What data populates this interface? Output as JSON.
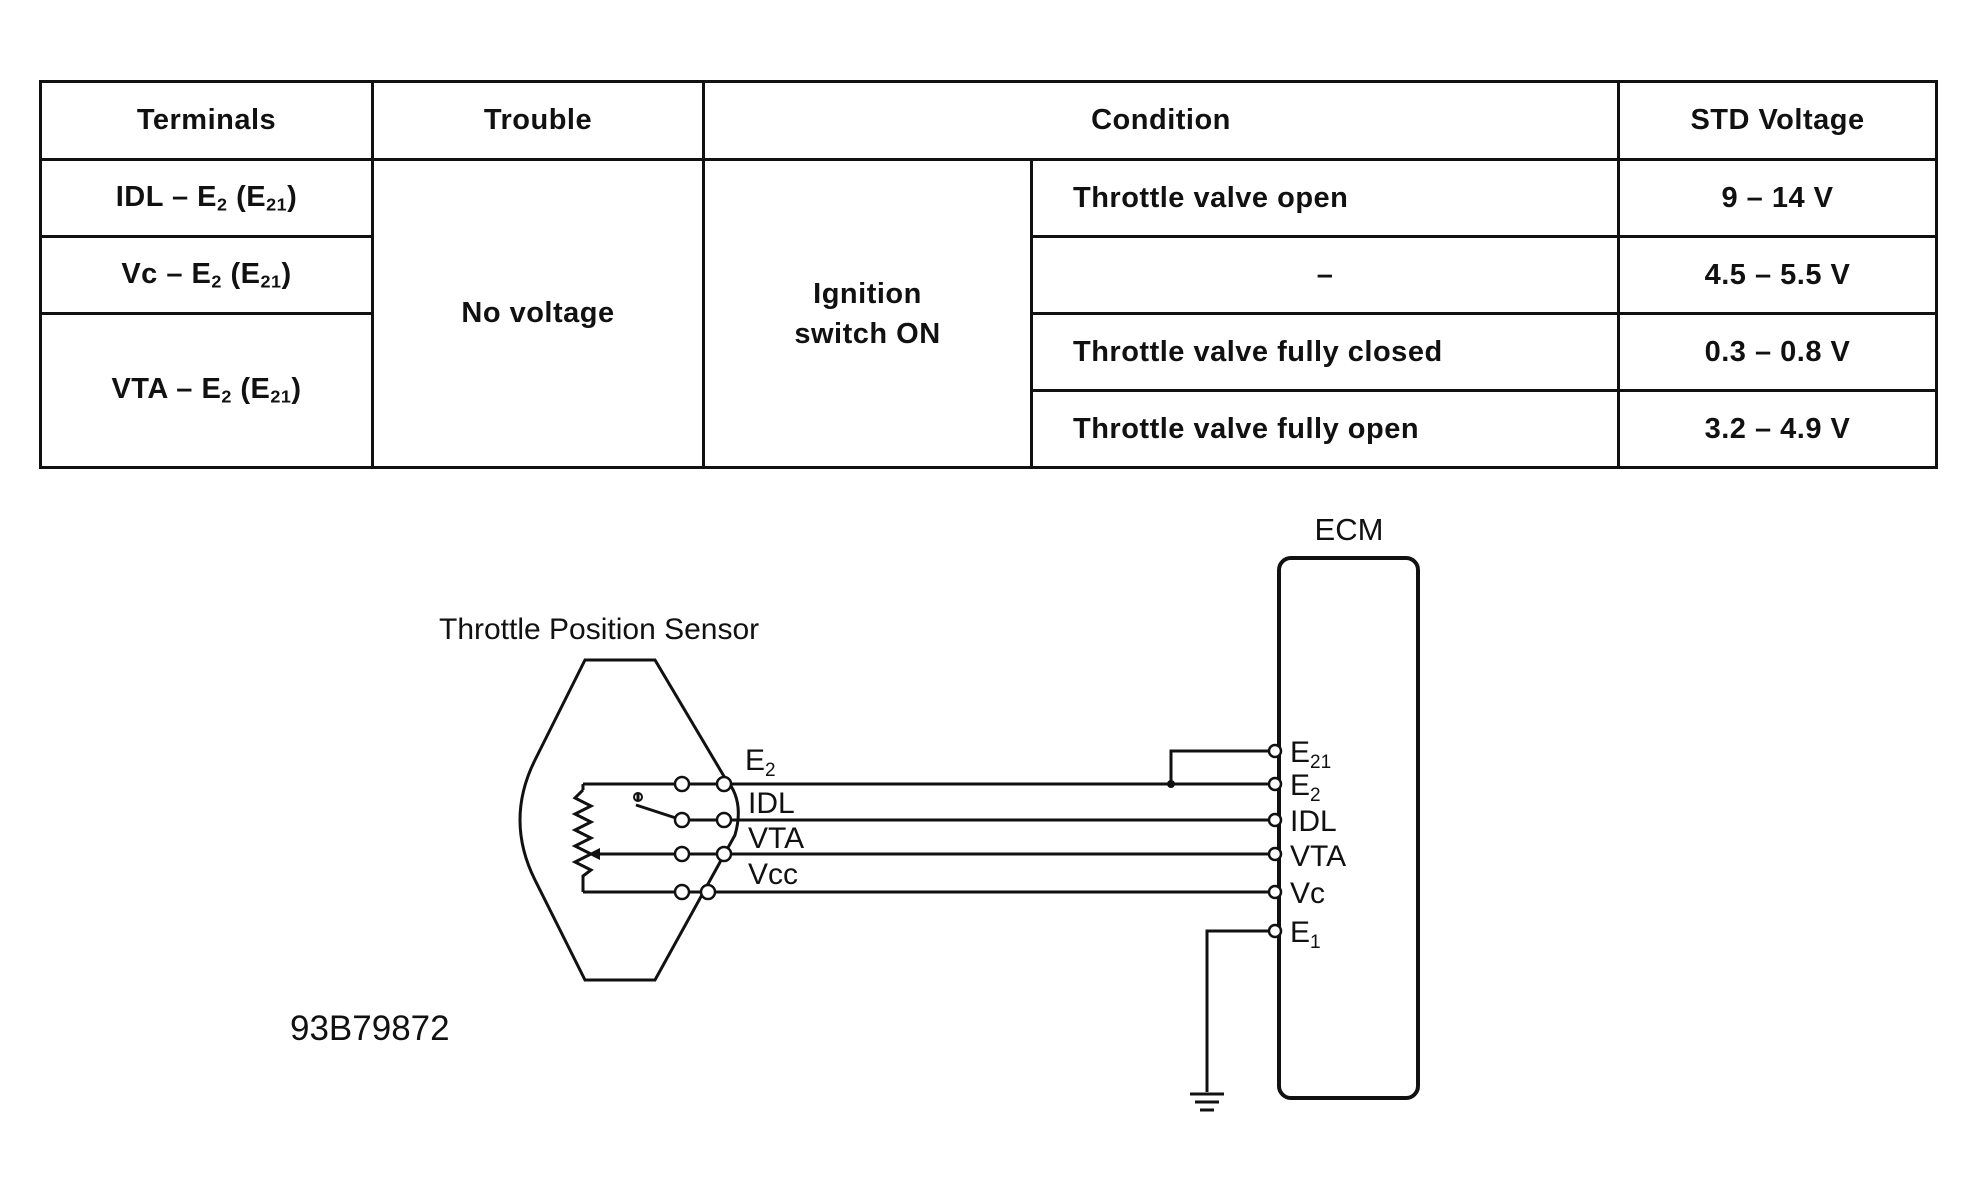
{
  "table": {
    "headers": {
      "terminals": "Terminals",
      "trouble": "Trouble",
      "condition": "Condition",
      "std_voltage": "STD Voltage"
    },
    "terminals": [
      {
        "main": "IDL – E",
        "sub1": "2",
        "mid": " (E",
        "sub2": "21",
        "end": ")"
      },
      {
        "main": "Vc – E",
        "sub1": "2",
        "mid": " (E",
        "sub2": "21",
        "end": ")"
      },
      {
        "main": "VTA – E",
        "sub1": "2",
        "mid": " (E",
        "sub2": "21",
        "end": ")"
      }
    ],
    "trouble": "No voltage",
    "condition_main": {
      "line1": "Ignition",
      "line2": "switch ON"
    },
    "condition_details": [
      "Throttle valve open",
      "–",
      "Throttle valve fully closed",
      "Throttle valve fully open"
    ],
    "voltages": [
      "9 – 14 V",
      "4.5 – 5.5 V",
      "0.3 – 0.8 V",
      "3.2 – 4.9 V"
    ]
  },
  "diagram": {
    "ecm_label": "ECM",
    "sensor_label": "Throttle Position Sensor",
    "sensor_terminals": [
      {
        "name": "E",
        "sub": "2"
      },
      {
        "name": "IDL",
        "sub": ""
      },
      {
        "name": "VTA",
        "sub": ""
      },
      {
        "name": "Vcc",
        "sub": ""
      }
    ],
    "ecm_terminals": [
      {
        "name": "E",
        "sub": "21"
      },
      {
        "name": "E",
        "sub": "2"
      },
      {
        "name": "IDL",
        "sub": ""
      },
      {
        "name": "VTA",
        "sub": ""
      },
      {
        "name": "Vc",
        "sub": ""
      },
      {
        "name": "E",
        "sub": "1"
      }
    ]
  },
  "figure_ref": "93B79872"
}
